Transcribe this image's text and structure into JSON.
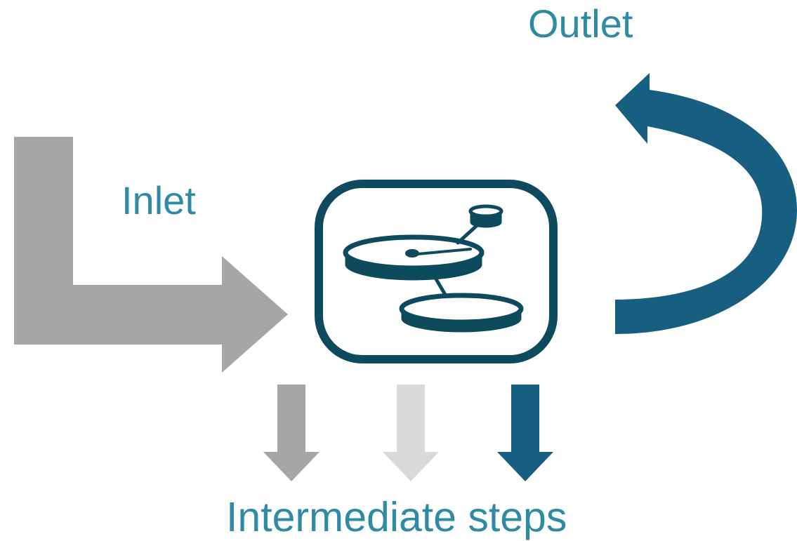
{
  "labels": {
    "outlet": "Outlet",
    "inlet": "Inlet",
    "intermediate": "Intermediate steps"
  },
  "colors": {
    "label_text": "#2f8aa3",
    "inlet_arrow": "#a6a6a6",
    "outlet_arrow": "#175f80",
    "box_border": "#0d4a5e",
    "step_arrows": [
      "#a6a6a6",
      "#d9d9d9",
      "#175f80"
    ]
  },
  "icons": {
    "process": "rotating-disc-process-icon"
  }
}
